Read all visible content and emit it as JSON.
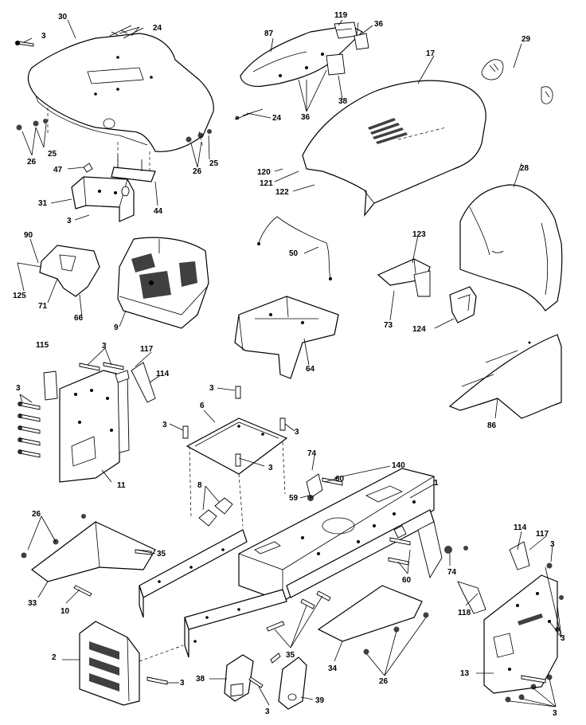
{
  "diagram": {
    "labels": {
      "l30": "30",
      "l3a": "3",
      "l24a": "24",
      "l87": "87",
      "l119": "119",
      "l36a": "36",
      "l29": "29",
      "l17": "17",
      "l38a": "38",
      "l36b": "36",
      "l24b": "24",
      "l25a": "25",
      "l26a": "26",
      "l47": "47",
      "l26b": "26",
      "l25b": "25",
      "l120": "120",
      "l121": "121",
      "l122": "122",
      "l31": "31",
      "l3b": "3",
      "l44": "44",
      "l28": "28",
      "l90": "90",
      "l123": "123",
      "l50": "50",
      "l125": "125",
      "l71": "71",
      "l66": "66",
      "l9": "9",
      "l73": "73",
      "l124": "124",
      "l115": "115",
      "l3c": "3",
      "l117a": "117",
      "l3d": "3",
      "l114a": "114",
      "l64": "64",
      "l3e": "3",
      "l6": "6",
      "l3f": "3",
      "l3g": "3",
      "l3h": "3",
      "l86": "86",
      "l11": "11",
      "l74a": "74",
      "l140": "140",
      "l60a": "60",
      "l1": "1",
      "l59": "59",
      "l8": "8",
      "l26c": "26",
      "l35a": "35",
      "l33": "33",
      "l10": "10",
      "l114b": "114",
      "l117b": "117",
      "l3i": "3",
      "l60b": "60",
      "l74b": "74",
      "l118": "118",
      "l3j": "3",
      "l2": "2",
      "l35b": "35",
      "l34": "34",
      "l26d": "26",
      "l3k": "3",
      "l38b": "38",
      "l3l": "3",
      "l39": "39",
      "l13": "13",
      "l3m": "3"
    }
  }
}
